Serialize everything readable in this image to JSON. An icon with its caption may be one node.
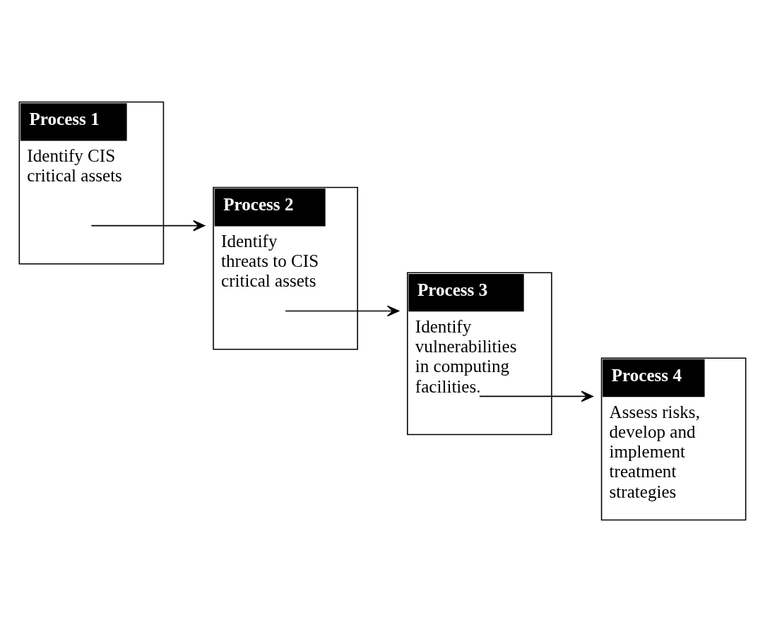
{
  "diagram": {
    "nodes": [
      {
        "text": [
          "Process 1",
          "Identify CIS critical assets"
        ]
      },
      {
        "text": [
          "Process 2",
          "Identify threats to CIS critical assets"
        ]
      },
      {
        "text": [
          "Process 3",
          "Identify vulnerabilities in computing facilities."
        ]
      },
      {
        "text": [
          "Process 4",
          "Assess risks, develop and implement treatment strategies"
        ]
      }
    ],
    "edges": [
      {
        "from": 0,
        "to": 1,
        "arrow": "to"
      },
      {
        "from": 1,
        "to": 2,
        "arrow": "to"
      },
      {
        "from": 2,
        "to": 3,
        "arrow": "to"
      }
    ]
  }
}
